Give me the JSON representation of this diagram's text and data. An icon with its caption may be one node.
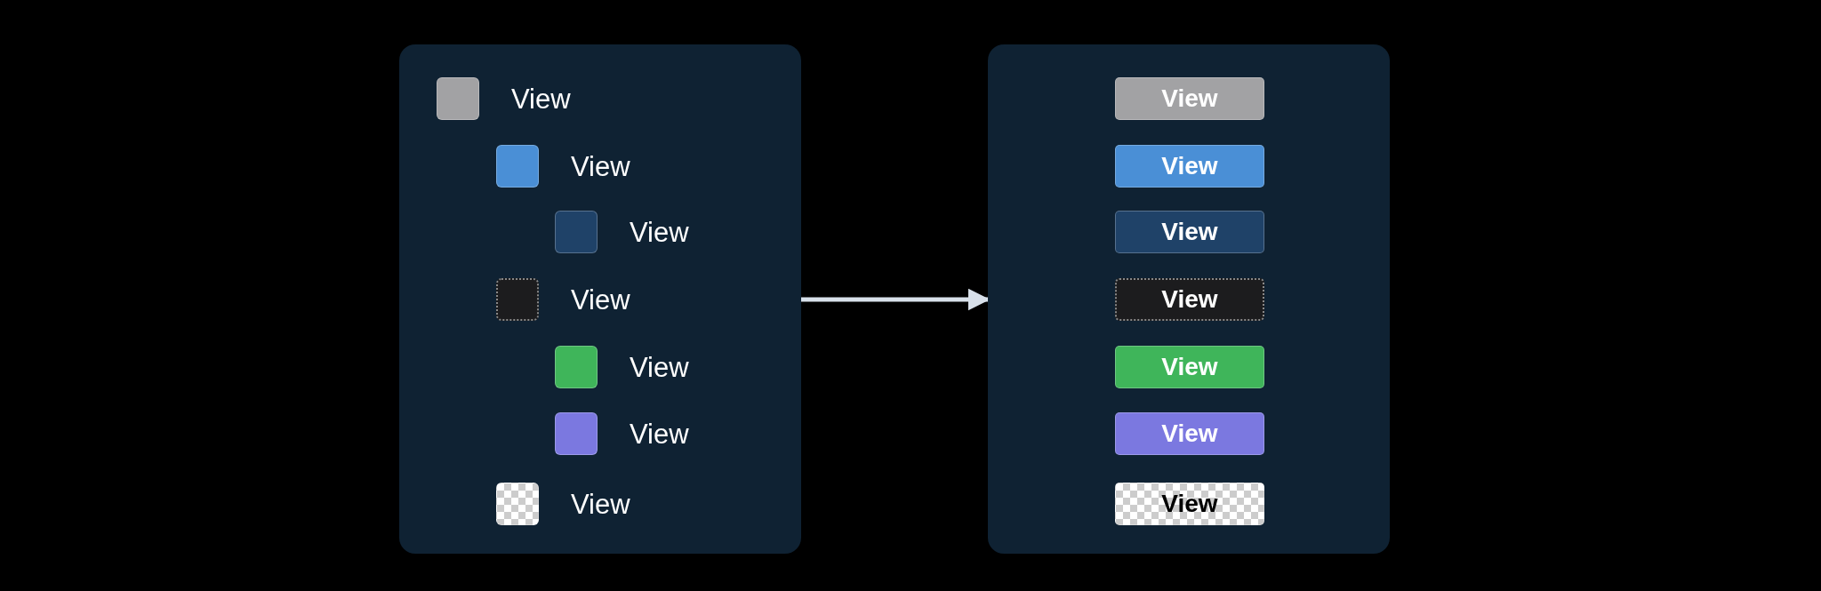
{
  "diagram": {
    "nodes": [
      {
        "text": [],
        "shape": "box"
      },
      {
        "text": [],
        "shape": "box",
        "beside": [
          "View"
        ],
        "in": 0
      },
      {
        "text": [],
        "shape": "box",
        "beside": [
          "View"
        ],
        "in": 0
      },
      {
        "text": [],
        "shape": "box",
        "beside": [
          "View"
        ],
        "in": 0
      },
      {
        "text": [],
        "shape": "box",
        "beside": [
          "View"
        ],
        "in": 0
      },
      {
        "text": [],
        "shape": "box",
        "beside": [
          "View"
        ],
        "in": 0
      },
      {
        "text": [],
        "shape": "box",
        "beside": [
          "View"
        ],
        "in": 0
      },
      {
        "text": [],
        "shape": "box",
        "beside": [
          "View"
        ],
        "in": 0
      },
      {
        "text": [],
        "shape": "box"
      },
      {
        "text": [
          "View"
        ],
        "in": 8
      },
      {
        "text": [
          "View"
        ],
        "in": 8
      },
      {
        "text": [
          "View"
        ],
        "in": 8
      },
      {
        "text": [
          "View"
        ],
        "in": 8
      },
      {
        "text": [
          "View"
        ],
        "in": 8
      },
      {
        "text": [
          "View"
        ],
        "in": 8
      },
      {
        "text": [
          "View"
        ],
        "in": 8
      }
    ],
    "edges": [
      {
        "from": 0,
        "to": 8,
        "arrow": "to"
      }
    ]
  }
}
